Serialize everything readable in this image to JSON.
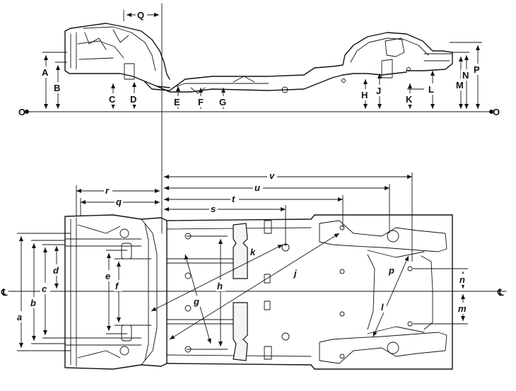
{
  "side_view": {
    "labels_upper": [
      "A",
      "B",
      "C",
      "D",
      "E",
      "F",
      "G",
      "H",
      "J",
      "K",
      "L",
      "M",
      "N",
      "P",
      "Q"
    ],
    "datum_label": "O"
  },
  "top_view": {
    "labels_lower": [
      "a",
      "b",
      "c",
      "d",
      "e",
      "f",
      "g",
      "h",
      "j",
      "k",
      "l",
      "m",
      "n",
      "p",
      "q",
      "r",
      "s",
      "t",
      "u",
      "v"
    ],
    "centerline_label": "℄"
  }
}
